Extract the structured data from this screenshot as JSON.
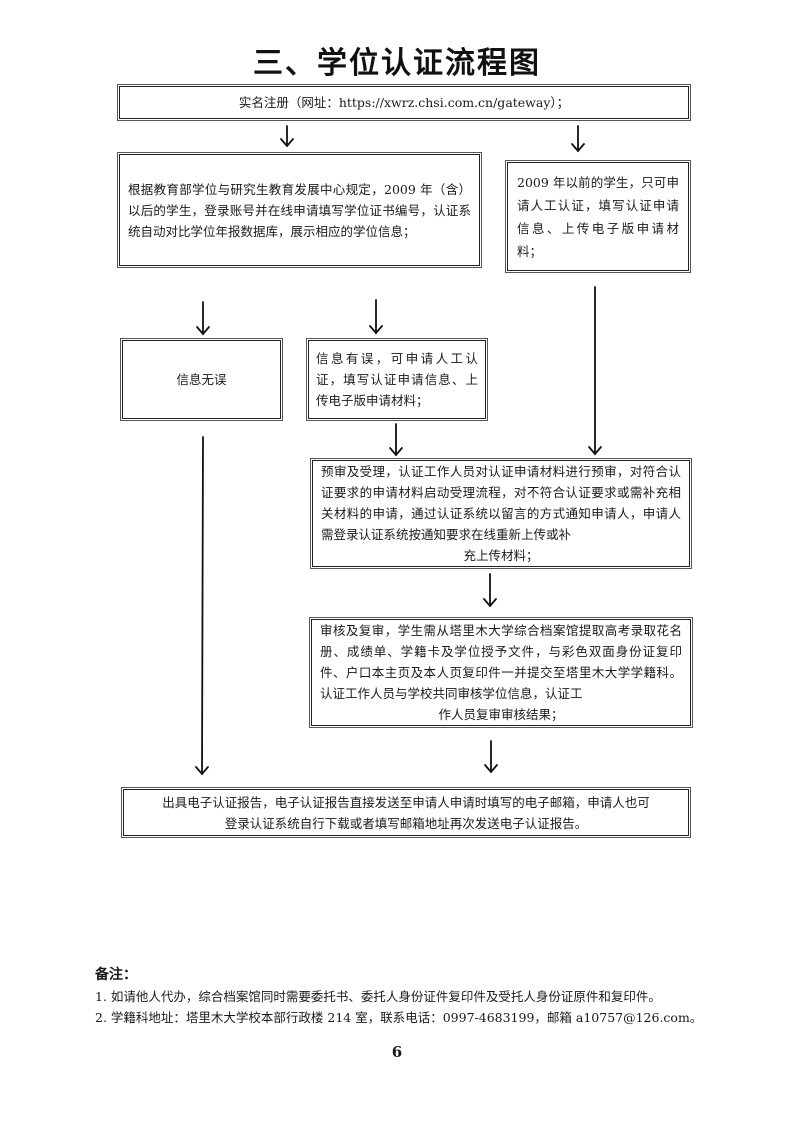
{
  "title": "三、学位认证流程图",
  "nodes": {
    "register": "实名注册（网址：https://xwrz.chsi.com.cn/gateway）；",
    "after2009": "根据教育部学位与研究生教育发展中心规定，2009 年（含）以后的学生，登录账号并在线申请填写学位证书编号，认证系统自动对比学位年报数据库，展示相应的学位信息；",
    "before2009": "2009 年以前的学生，只可申请人工认证，填写认证申请信息、上传电子版申请材料；",
    "info_correct": "信息无误",
    "info_error": "信息有误，可申请人工认证，填写认证申请信息、上传电子版申请材料；",
    "pre_review": {
      "body": "预审及受理，认证工作人员对认证申请材料进行预审，对符合认证要求的申请材料启动受理流程，对不符合认证要求或需补充相关材料的申请，通过认证系统以留言的方式通知申请人，申请人需登录认证系统按通知要求在线重新上传或补",
      "tail": "充上传材料；"
    },
    "review": {
      "body": "审核及复审，学生需从塔里木大学综合档案馆提取高考录取花名册、成绩单、学籍卡及学位授予文件，与彩色双面身份证复印件、户口本主页及本人页复印件一并提交至塔里木大学学籍科。认证工作人员与学校共同审核学位信息，认证工",
      "tail": "作人员复审审核结果；"
    },
    "report": {
      "line1": "出具电子认证报告，电子认证报告直接发送至申请人申请时填写的电子邮箱，申请人也可",
      "line2": "登录认证系统自行下载或者填写邮箱地址再次发送电子认证报告。"
    }
  },
  "edges": [
    {
      "from": "register",
      "to": "after2009"
    },
    {
      "from": "register",
      "to": "before2009"
    },
    {
      "from": "after2009",
      "to": "info_correct"
    },
    {
      "from": "after2009",
      "to": "info_error"
    },
    {
      "from": "info_error",
      "to": "pre_review"
    },
    {
      "from": "before2009",
      "to": "pre_review"
    },
    {
      "from": "info_correct",
      "to": "report"
    },
    {
      "from": "pre_review",
      "to": "review"
    },
    {
      "from": "review",
      "to": "report"
    }
  ],
  "notes": {
    "header": "备注：",
    "items": [
      "1. 如请他人代办，综合档案馆同时需要委托书、委托人身份证件复印件及受托人身份证原件和复印件。",
      "2. 学籍科地址：塔里木大学校本部行政楼 214 室，联系电话：0997-4683199，邮箱 a10757@126.com。"
    ]
  },
  "page_number": "6"
}
